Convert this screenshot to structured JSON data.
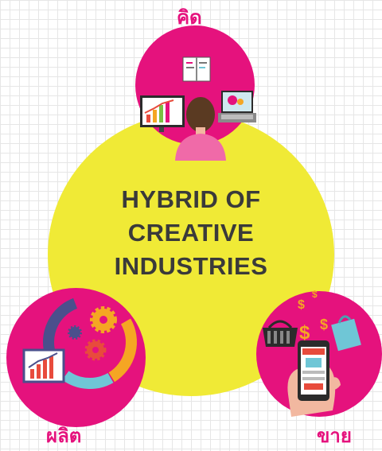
{
  "center": {
    "lines": [
      "HYBRID OF",
      "CREATIVE",
      "INDUSTRIES"
    ]
  },
  "nodes": {
    "think": {
      "label": "คิด"
    },
    "produce": {
      "label": "ผลิต"
    },
    "sell": {
      "label": "ขาย"
    }
  },
  "colors": {
    "yellow": "#f0ea36",
    "pink": "#e5127d",
    "text": "#3a3a3a"
  },
  "icons": {
    "think": "person-with-computers-icon",
    "produce": "gears-and-chart-icon",
    "sell": "phone-shopping-icon"
  }
}
